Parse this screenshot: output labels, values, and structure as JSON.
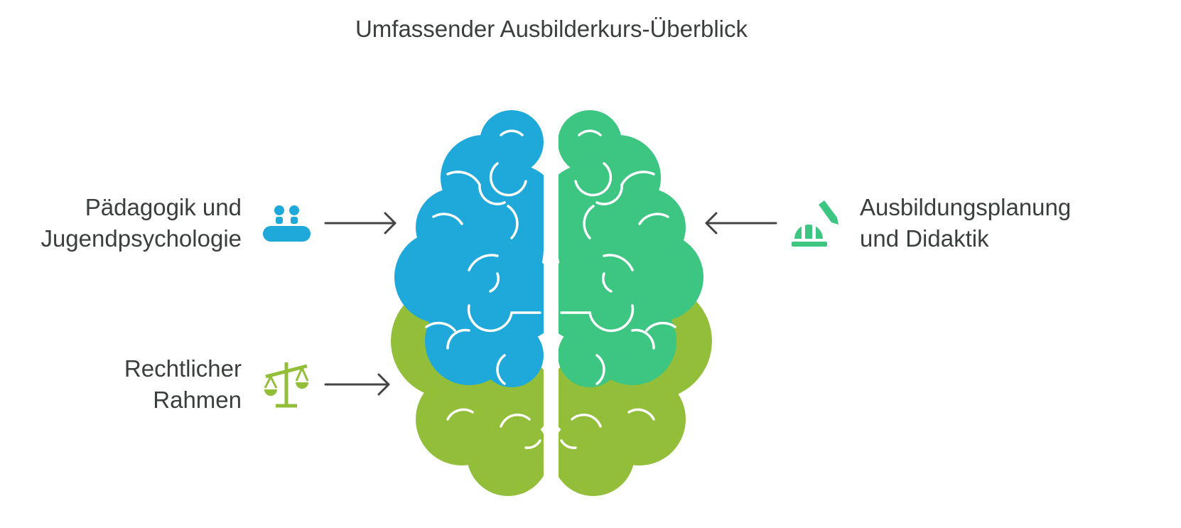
{
  "title": "Umfassender Ausbilderkurs-Überblick",
  "colors": {
    "blue": "#1FA9DB",
    "green": "#3DC582",
    "lime": "#93BE3A",
    "arrow": "#444444"
  },
  "topics": [
    {
      "line1": "Pädagogik und",
      "line2": "Jugendpsychologie",
      "icon": "people-at-table-icon"
    },
    {
      "line1": "Rechtlicher",
      "line2": "Rahmen",
      "icon": "scales-icon"
    },
    {
      "line1": "Ausbildungsplanung",
      "line2": "und Didaktik",
      "icon": "helmet-pencil-icon"
    }
  ]
}
